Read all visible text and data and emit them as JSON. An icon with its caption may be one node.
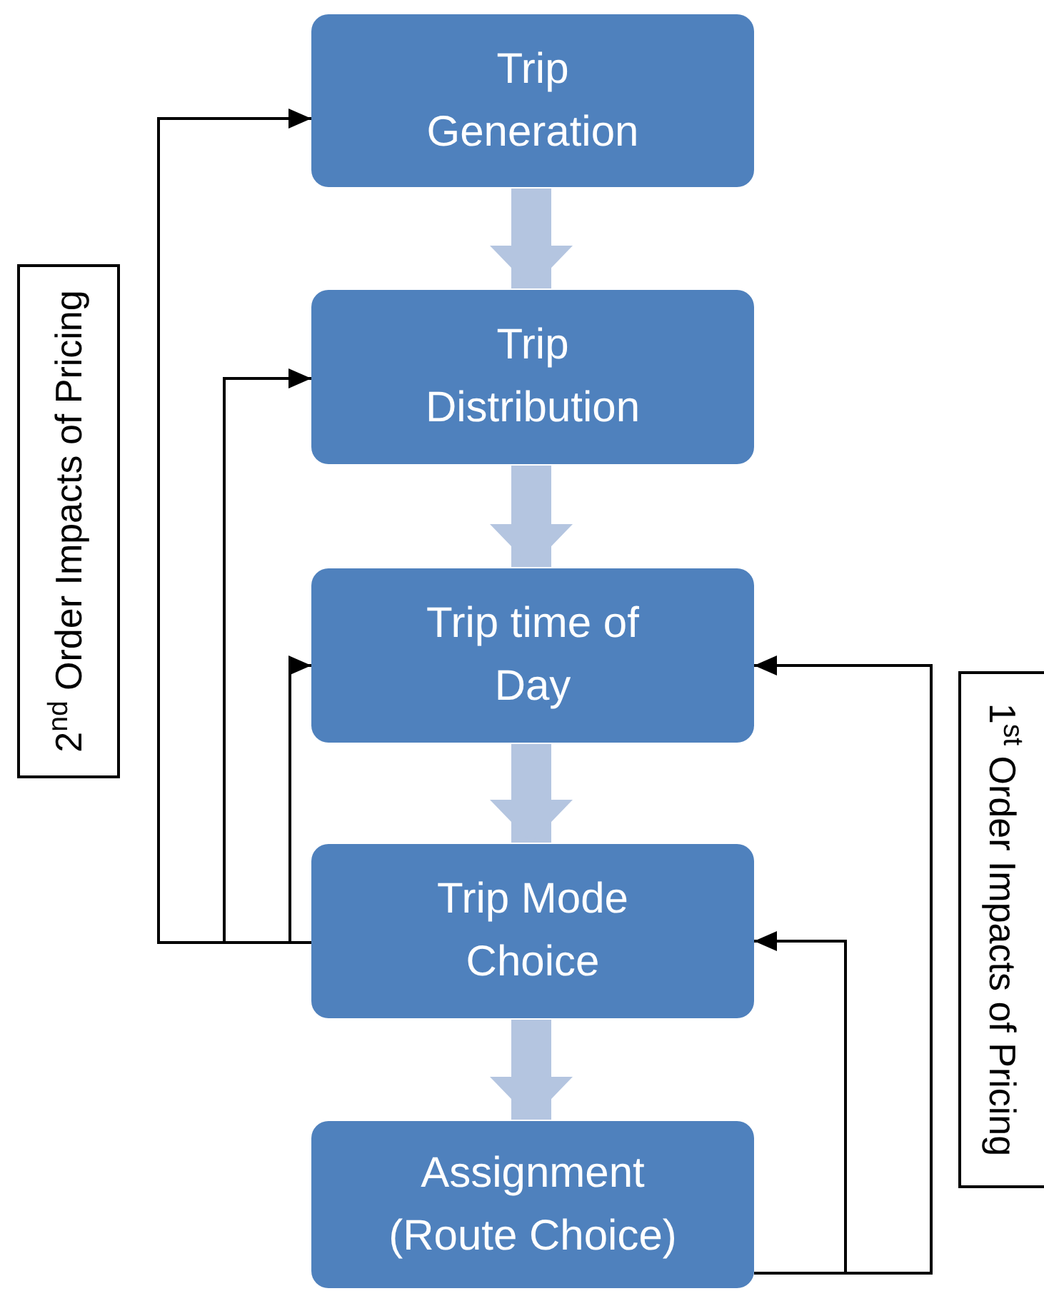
{
  "diagram": {
    "nodes": [
      {
        "text": [
          "Trip Generation"
        ]
      },
      {
        "text": [
          "Trip Distribution"
        ]
      },
      {
        "text": [
          "Trip time of Day"
        ]
      },
      {
        "text": [
          "Trip Mode Choice"
        ]
      },
      {
        "text": [
          "Assignment (Route Choice)"
        ]
      },
      {
        "text": [
          "2$^{nd}$ Order Impacts of Pricing"
        ]
      },
      {
        "text": [
          "1$^{st}$ Order Impacts of Pricing"
        ]
      }
    ],
    "edges": [
      {
        "from": 0,
        "to": 1,
        "arrow": "to",
        "style": "thick",
        "color": "#b4c5e0"
      },
      {
        "from": 1,
        "to": 2,
        "arrow": "to",
        "style": "thick",
        "color": "#b4c5e0"
      },
      {
        "from": 2,
        "to": 3,
        "arrow": "to",
        "style": "thick",
        "color": "#b4c5e0"
      },
      {
        "from": 3,
        "to": 4,
        "arrow": "to",
        "style": "thick",
        "color": "#b4c5e0"
      },
      {
        "from": 3,
        "to": 0,
        "arrow": "to"
      },
      {
        "from": 3,
        "to": 1,
        "arrow": "to"
      },
      {
        "from": 3,
        "to": 2,
        "arrow": "to"
      },
      {
        "from": 4,
        "to": 2,
        "arrow": "to"
      },
      {
        "from": 4,
        "to": 3,
        "arrow": "to"
      }
    ]
  }
}
